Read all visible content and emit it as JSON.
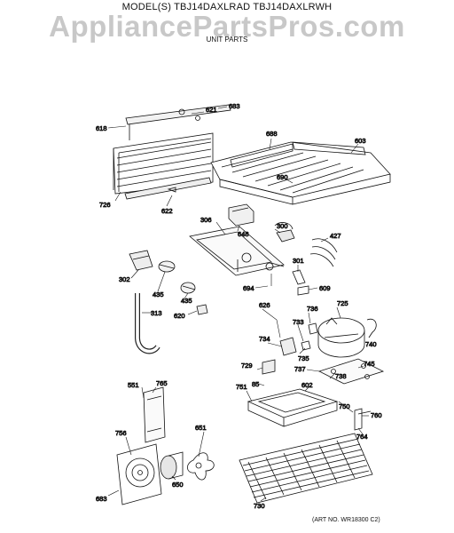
{
  "header": {
    "model_line": "MODEL(S) TBJ14DAXLRAD  TBJ14DAXLRWH",
    "watermark": "AppliancePartsPros.com",
    "subtitle": "UNIT PARTS"
  },
  "footer": {
    "art_no": "(ART NO. WR18300 C2)"
  },
  "callouts": {
    "c618": "618",
    "c621": "621",
    "c683a": "683",
    "c726": "726",
    "c622": "622",
    "c688": "688",
    "c603": "603",
    "c690": "690",
    "c306": "306",
    "c648": "648",
    "c300": "300",
    "c427": "427",
    "c302": "302",
    "c435a": "435",
    "c435b": "435",
    "c301": "301",
    "c694": "694",
    "c609": "609",
    "c313": "313",
    "c620": "620",
    "c626": "626",
    "c725": "725",
    "c736": "736",
    "c733": "733",
    "c740": "740",
    "c734": "734",
    "c735": "735",
    "c729": "729",
    "c737": "737",
    "c745": "745",
    "c738": "738",
    "c551": "551",
    "c765": "765",
    "c85": "85",
    "c751": "751",
    "c602": "602",
    "c750": "750",
    "c760": "760",
    "c764": "764",
    "c756": "756",
    "c651": "651",
    "c650": "650",
    "c683b": "683",
    "c730": "730"
  }
}
